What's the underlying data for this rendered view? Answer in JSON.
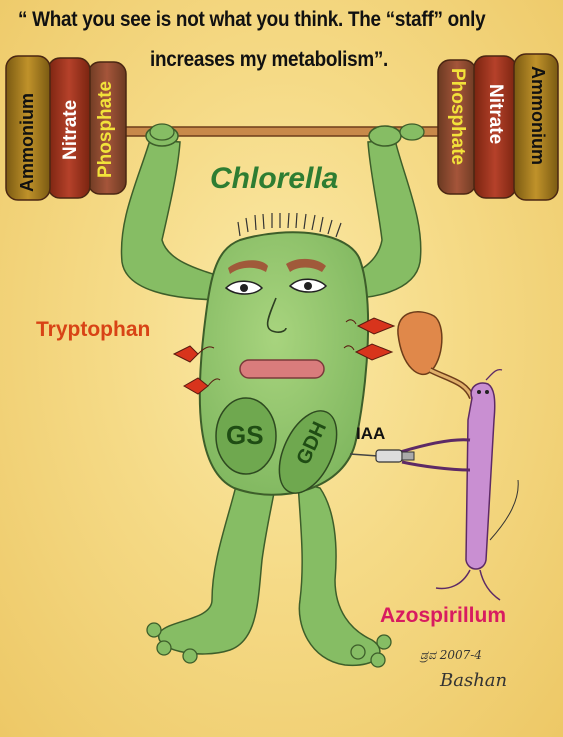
{
  "quote": {
    "line1": "“ What you see is not what you think. The “staff” only",
    "line2": "increases my metabolism”."
  },
  "weights": {
    "left": [
      "Ammonium",
      "Nitrate",
      "Phosphate"
    ],
    "right": [
      "Phosphate",
      "Nitrate",
      "Ammonium"
    ]
  },
  "labels": {
    "organism": "Chlorella",
    "tryptophan": "Tryptophan",
    "gs": "GS",
    "gdh": "GDH",
    "iaa": "IAA",
    "bacterium": "Azospirillum"
  },
  "signature": {
    "line1": "ಡ್ರವ 2007-4",
    "line2": "Bashan"
  },
  "colors": {
    "background": "#f5da86",
    "cell": "#8fc46f",
    "chlorella_text": "#2e7d32",
    "tryptophan_text": "#d84315",
    "azospirillum_text": "#d81b60",
    "phosphate_text": "#f2e23a",
    "weight_brown": "#9c4a2a",
    "weight_red": "#a83a1f",
    "weight_olive": "#b8860b"
  }
}
